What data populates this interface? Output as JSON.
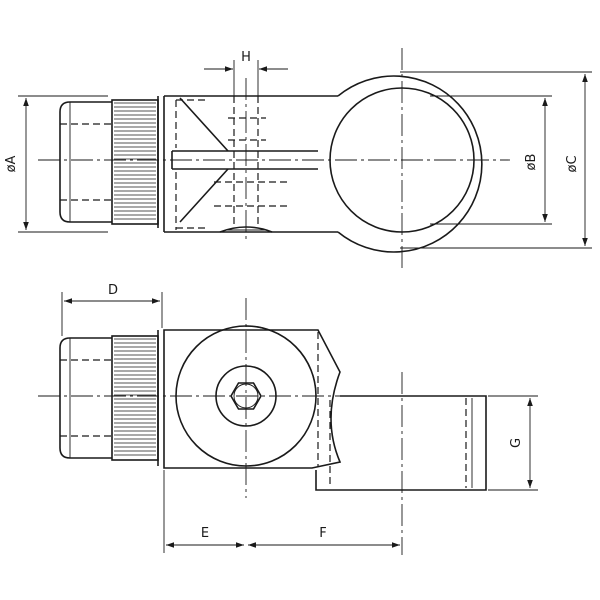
{
  "dimensions": {
    "phi_a": "øA",
    "phi_b": "øB",
    "phi_c": "øC",
    "h": "H",
    "d": "D",
    "e": "E",
    "f": "F",
    "g": "G"
  },
  "colors": {
    "line": "#1a1a1a",
    "background": "#ffffff"
  }
}
